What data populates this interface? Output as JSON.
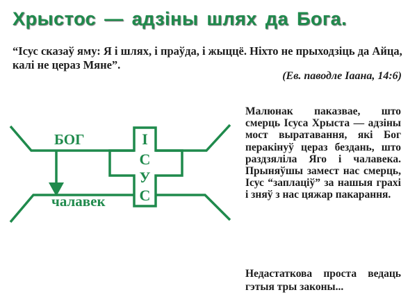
{
  "page": {
    "title": "Хрыстос — адзіны шлях да Бога.",
    "quote": "“Ісус сказаў яму: Я і шлях, і праўда, і жыццё. Ніхто не прыходзіць да Айца, калі не цераз Мяне”.",
    "source": "(Ев. паводле Іаана, 14:6)"
  },
  "diagram": {
    "top_label": "БОГ",
    "bottom_label": "чалавек",
    "cross_letters": [
      "І",
      "С",
      "У",
      "С"
    ]
  },
  "description": "Малюнак паказвае, што смерць Ісуса Хрыста — адзіны мост выратавання, які Бог перакінуў цераз бездань, што раздзяліла Яго і чалавека. Прыняўшы замест нас смерць, Ісус “заплаціў” за нашыя грахі і зняў з нас цяжар пакаран­ня.",
  "footer_note": "Недастаткова проста ве­даць гэтыя тры законы...",
  "colors": {
    "accent": "#1f8a4c",
    "text": "#1c1c1c"
  }
}
